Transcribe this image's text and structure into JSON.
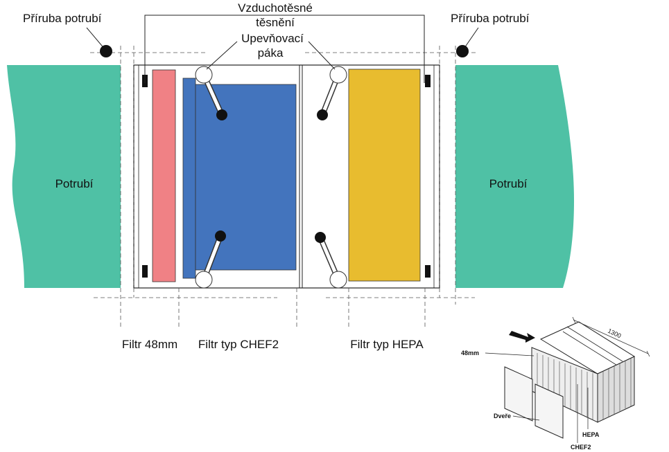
{
  "labels": {
    "flange_left": "Příruba potrubí",
    "flange_right": "Příruba potrubí",
    "airtight_seal_line1": "Vzduchotěsné",
    "airtight_seal_line2": "těsnění",
    "lever_line1": "Upevňovací",
    "lever_line2": "páka",
    "duct_left": "Potrubí",
    "duct_right": "Potrubí",
    "filter_48": "Filtr 48mm",
    "filter_chef2": "Filtr typ CHEF2",
    "filter_hepa": "Filtr typ HEPA"
  },
  "iso_labels": {
    "dim_1300": "1300",
    "label_48mm": "48mm",
    "label_doors": "Dveře",
    "label_hepa": "HEPA",
    "label_chef2": "CHEF2"
  },
  "colors": {
    "duct": "#4fc1a5",
    "filter_48": "#f08185",
    "filter_chef2": "#4374bd",
    "filter_hepa": "#e8bc2f"
  }
}
